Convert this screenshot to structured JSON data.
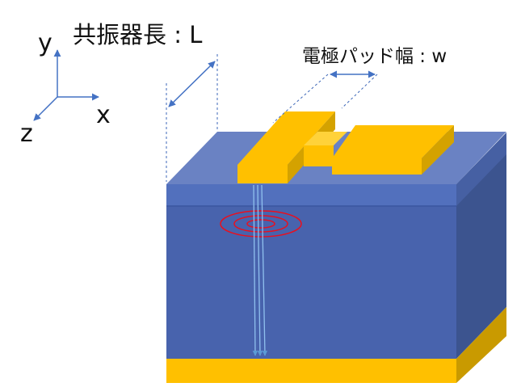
{
  "labels": {
    "axis_x": "x",
    "axis_y": "y",
    "axis_z": "z",
    "length": "共振器長 : L",
    "pad_width": "電極パッド幅 : w"
  },
  "colors": {
    "top_face": "#6a82c3",
    "front_face": "#4863ad",
    "side_face": "#3c548f",
    "gold": "#ffc000",
    "gold_dark": "#d4a200",
    "gold_light": "#ffd23a",
    "emission_ring": "#e8101f",
    "beam": "#7fb2e5",
    "arrow": "#4472c4",
    "guide": "#3d67b8"
  }
}
